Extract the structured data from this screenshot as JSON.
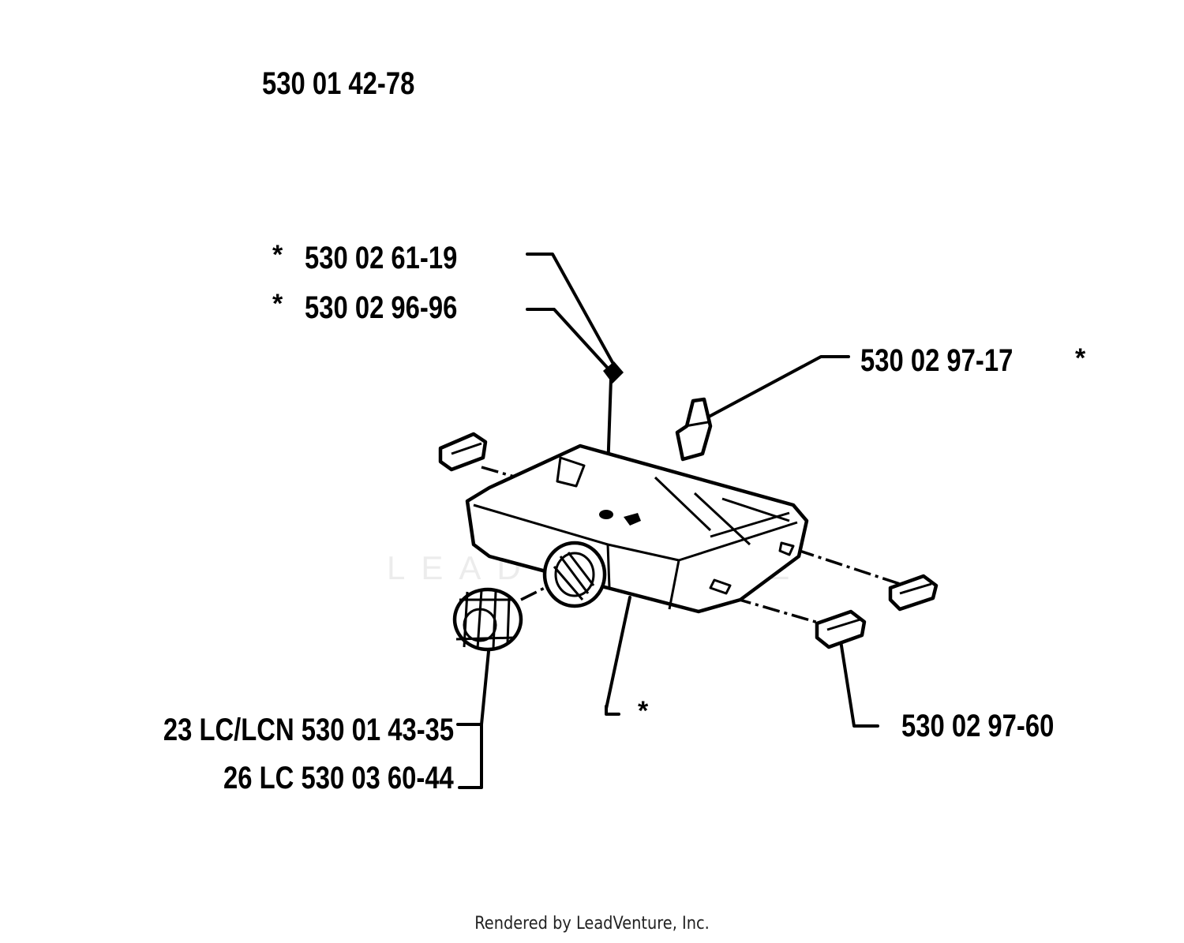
{
  "diagram": {
    "assembly_number": "530 01 42-78",
    "labels": {
      "vent_top": "530 02 61-19",
      "vent_bottom": "530 02 96-96",
      "filter": "530 02 97-17",
      "grommet": "530 02 97-60",
      "cap_23": "23 LC/LCN 530 01 43-35",
      "cap_26": "26 LC 530 03 60-44"
    },
    "asterisk": "*",
    "watermark": "LEADVENTURE"
  },
  "footer": {
    "text": "Rendered by LeadVenture, Inc."
  }
}
